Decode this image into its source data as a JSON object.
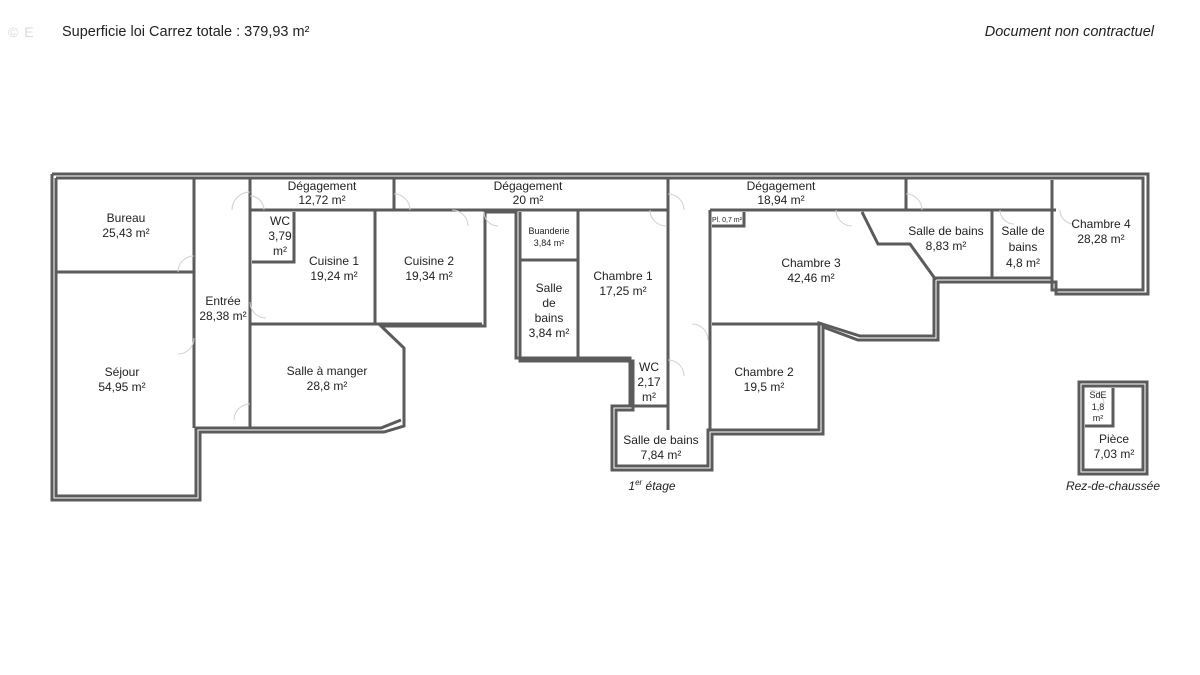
{
  "header": {
    "watermark": "© E",
    "surface_total": "Superficie loi Carrez totale :  379,93 m²",
    "disclaimer": "Document non contractuel"
  },
  "rooms": {
    "bureau": {
      "name": "Bureau",
      "area": "25,43 m²"
    },
    "sejour": {
      "name": "Séjour",
      "area": "54,95 m²"
    },
    "entree": {
      "name": "Entrée",
      "area": "28,38 m²"
    },
    "degagement_1": {
      "name": "Dégagement",
      "area": "12,72 m²"
    },
    "wc_1": {
      "name": "WC",
      "area_line1": "3,79",
      "area_line2": "m²"
    },
    "cuisine_1": {
      "name": "Cuisine 1",
      "area": "19,24 m²"
    },
    "cuisine_2": {
      "name": "Cuisine 2",
      "area": "19,34 m²"
    },
    "salle_a_manger": {
      "name": "Salle à manger",
      "area": "28,8 m²"
    },
    "degagement_2": {
      "name": "Dégagement",
      "area": "20 m²"
    },
    "buanderie": {
      "name": "Buanderie",
      "area": "3,84 m²"
    },
    "salle_de_bains_1": {
      "line1": "Salle",
      "line2": "de",
      "line3": "bains",
      "area": "3,84 m²"
    },
    "chambre_1": {
      "name": "Chambre 1",
      "area": "17,25 m²"
    },
    "wc_2": {
      "name": "WC",
      "area_line1": "2,17",
      "area_line2": "m²"
    },
    "salle_de_bains_2": {
      "name": "Salle de bains",
      "area": "7,84 m²"
    },
    "degagement_3": {
      "name": "Dégagement",
      "area": "18,94 m²"
    },
    "placard": {
      "name": "Pl. 0,7 m²"
    },
    "chambre_3": {
      "name": "Chambre 3",
      "area": "42,46 m²"
    },
    "chambre_2": {
      "name": "Chambre 2",
      "area": "19,5 m²"
    },
    "salle_de_bains_3": {
      "name": "Salle de bains",
      "area": "8,83 m²"
    },
    "salle_de_bains_4": {
      "line1": "Salle de",
      "line2": "bains",
      "area": "4,8 m²"
    },
    "chambre_4": {
      "name": "Chambre 4",
      "area": "28,28 m²"
    },
    "sde": {
      "name": "SdE",
      "area_line1": "1,8",
      "area_line2": "m²"
    },
    "piece": {
      "name": "Pièce",
      "area": "7,03 m²"
    }
  },
  "captions": {
    "etage_sup": "er",
    "etage_word": " étage",
    "etage_num": "1",
    "rdc": "Rez-de-chaussée"
  }
}
